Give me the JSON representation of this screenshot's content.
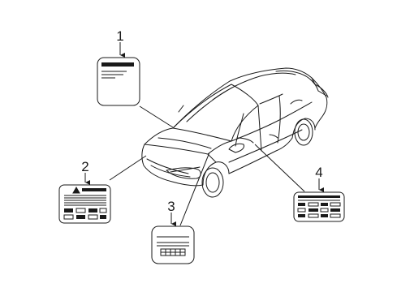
{
  "callouts": {
    "label_1": "1",
    "label_2": "2",
    "label_3": "3",
    "label_4": "4"
  },
  "icons": {
    "vehicle": "sedan-line-drawing",
    "label_1": "label-sticker-icon",
    "label_2": "warning-label-sticker-icon",
    "label_3": "table-label-sticker-icon",
    "label_4": "grid-label-sticker-icon"
  },
  "colors": {
    "line": "#1a1a1a",
    "background": "#ffffff"
  }
}
